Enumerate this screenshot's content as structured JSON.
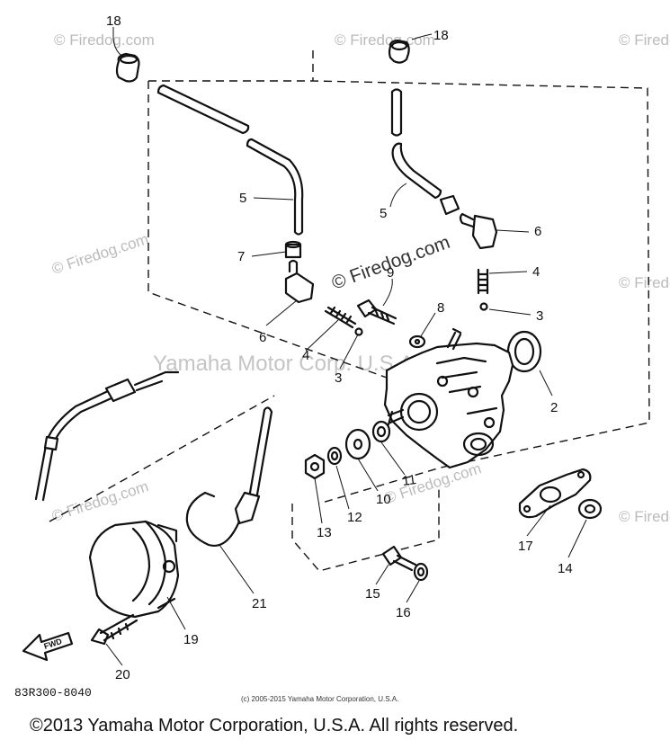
{
  "watermark": {
    "brand": "© Firedog.com",
    "brand_overlay": "© Firedog.com",
    "corp": "Yamaha Motor Corp. U.S.A."
  },
  "part_labels": {
    "p18a": "18",
    "p18b": "18",
    "p5a": "5",
    "p5b": "5",
    "p6a": "6",
    "p6b": "6",
    "p7": "7",
    "p9": "9",
    "p8": "8",
    "p4a": "4",
    "p4b": "4",
    "p3a": "3",
    "p3b": "3",
    "p2": "2",
    "p11": "11",
    "p10": "10",
    "p12": "12",
    "p13": "13",
    "p17": "17",
    "p14": "14",
    "p15": "15",
    "p16": "16",
    "p21": "21",
    "p19": "19",
    "p20": "20"
  },
  "fwd_label": "FWD",
  "diagram_code": "83R300-8040",
  "small_copyright": "(c) 2005-2015 Yamaha Motor Corporation, U.S.A.",
  "footer_copyright": "©2013 Yamaha Motor Corporation, U.S.A. All rights reserved."
}
